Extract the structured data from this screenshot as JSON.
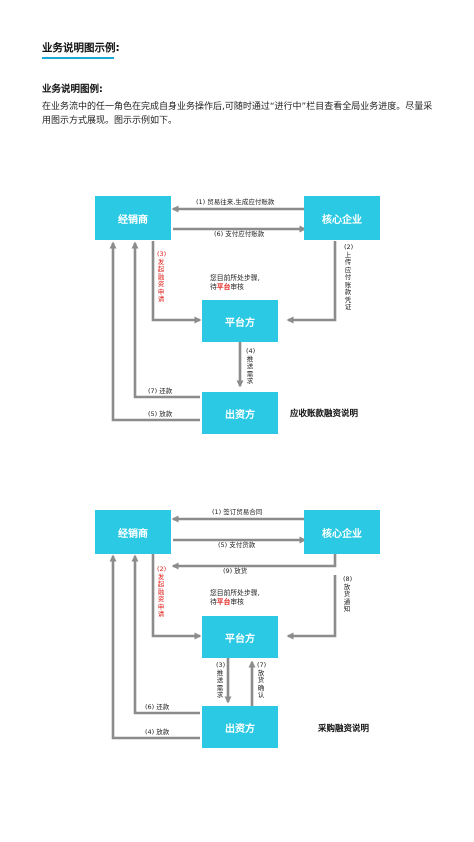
{
  "header": {
    "title": "业务说明图示例:",
    "subtitle": "业务说明图例:",
    "description": "在业务流中的任一角色在完成自身业务操作后,可随时通过“进行中”栏目查看全局业务进度。尽量采用图示方式展现。图示示例如下。"
  },
  "colors": {
    "box": "#2bc9e3",
    "arrow": "#8c8c8c",
    "accent": "#1aa9d6",
    "highlight": "#e0201a"
  },
  "diagram1": {
    "caption": "应收账款融资说明",
    "nodes": {
      "dealer": "经销商",
      "core": "核心企业",
      "platform": "平台方",
      "funder": "出资方"
    },
    "edges": {
      "e1": "(1) 贸易往来,生成应付账款",
      "e6": "(6) 支付应付账款",
      "e2": "(2)上传应付账款凭证",
      "e3": "(3)发起融资申请",
      "e4": "(4)推送需求",
      "e7": "(7) 还款",
      "e5": "(5) 放款"
    },
    "note": {
      "line1": "您目前所处步骤,",
      "line2_prefix": "待",
      "line2_highlight": "平台",
      "line2_suffix": "审核"
    }
  },
  "diagram2": {
    "caption": "采购融资说明",
    "nodes": {
      "dealer": "经销商",
      "core": "核心企业",
      "platform": "平台方",
      "funder": "出资方"
    },
    "edges": {
      "e1": "(1) 签订贸易合同",
      "e5": "(5) 支付货款",
      "e9": "(9) 放货",
      "e8": "(8)放货通知",
      "e2": "(2)发起融资申请",
      "e3": "(3)推送需求",
      "e7": "(7)放货确认",
      "e6": "(6) 还款",
      "e4": "(4) 放款"
    },
    "note": {
      "line1": "您目前所处步骤,",
      "line2_prefix": "待",
      "line2_highlight": "平台",
      "line2_suffix": "审核"
    }
  }
}
